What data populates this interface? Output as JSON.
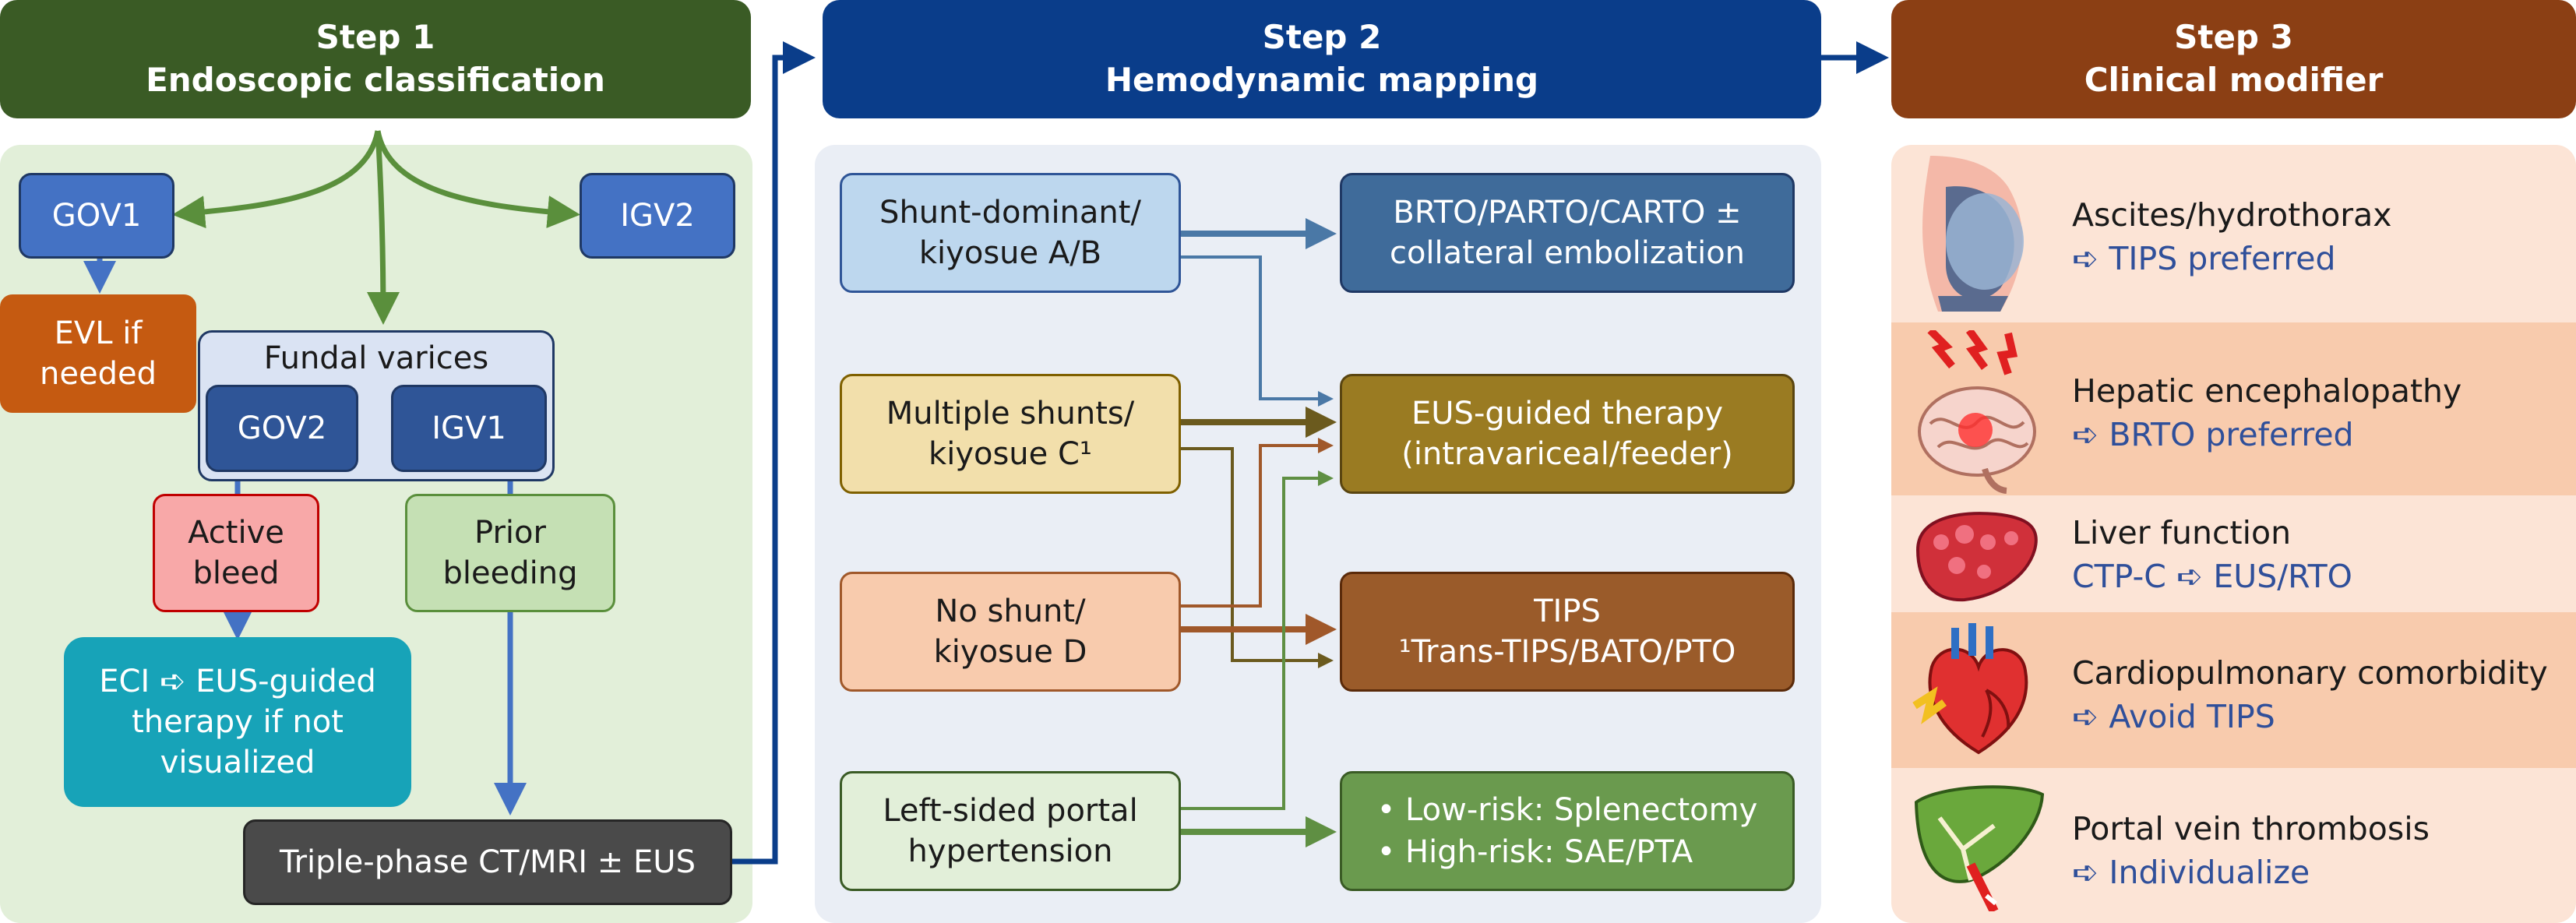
{
  "step1": {
    "title": "Step 1",
    "subtitle": "Endoscopic classification"
  },
  "step2": {
    "title": "Step 2",
    "subtitle": "Hemodynamic mapping"
  },
  "step3": {
    "title": "Step 3",
    "subtitle": "Clinical modifier"
  },
  "s1": {
    "gov1": "GOV1",
    "igv2": "IGV2",
    "evl": "EVL if needed",
    "fundal": "Fundal varices",
    "gov2": "GOV2",
    "igv1": "IGV1",
    "active": "Active bleed",
    "prior": "Prior bleeding",
    "eci": "ECI ➪ EUS-guided therapy if not visualized",
    "ct": "Triple-phase CT/MRI ± EUS"
  },
  "s2": {
    "shunt_dominant": "Shunt-dominant/ kiyosue A/B",
    "multiple": "Multiple shunts/ kiyosue C¹",
    "noshunt": "No shunt/ kiyosue D",
    "leftsided": "Left-sided portal hypertension",
    "brto": "BRTO/PARTO/CARTO ± collateral embolization",
    "eus": "EUS-guided therapy (intravariceal/feeder)",
    "tips": "TIPS",
    "tips_note": "¹Trans-TIPS/BATO/PTO",
    "bullet1": "Low-risk: Splenectomy",
    "bullet2": "High-risk: SAE/PTA"
  },
  "s3": {
    "items": [
      {
        "title": "Ascites/hydrothorax",
        "sub": "➪ TIPS preferred",
        "icon": "ascites-icon"
      },
      {
        "title": "Hepatic encephalopathy",
        "sub": "➪ BRTO preferred",
        "icon": "brain-icon"
      },
      {
        "title": "Liver function",
        "sub": "CTP-C ➪ EUS/RTO",
        "icon": "liver-icon"
      },
      {
        "title": "Cardiopulmonary comorbidity",
        "sub": "➪ Avoid TIPS",
        "icon": "heart-icon"
      },
      {
        "title": "Portal vein thrombosis",
        "sub": "➪ Individualize",
        "icon": "portal-vein-icon"
      }
    ]
  },
  "colors": {
    "step1": "#3a5b25",
    "step2": "#0a3d8a",
    "step3": "#8b3f14",
    "panel1": "#e2efd9",
    "panel2": "#eaeef5",
    "panel3": "#fce4d6",
    "blue_node": "#4472c4",
    "dark_blue_node": "#2f5597",
    "orange_node": "#c55a11",
    "teal_node": "#17a3b8",
    "gray_node": "#4a4a4a",
    "brto_node": "#3f6b9a",
    "eus_node": "#9a7b22",
    "tips_node": "#9a5b2a",
    "left_node": "#6a9a4e"
  }
}
